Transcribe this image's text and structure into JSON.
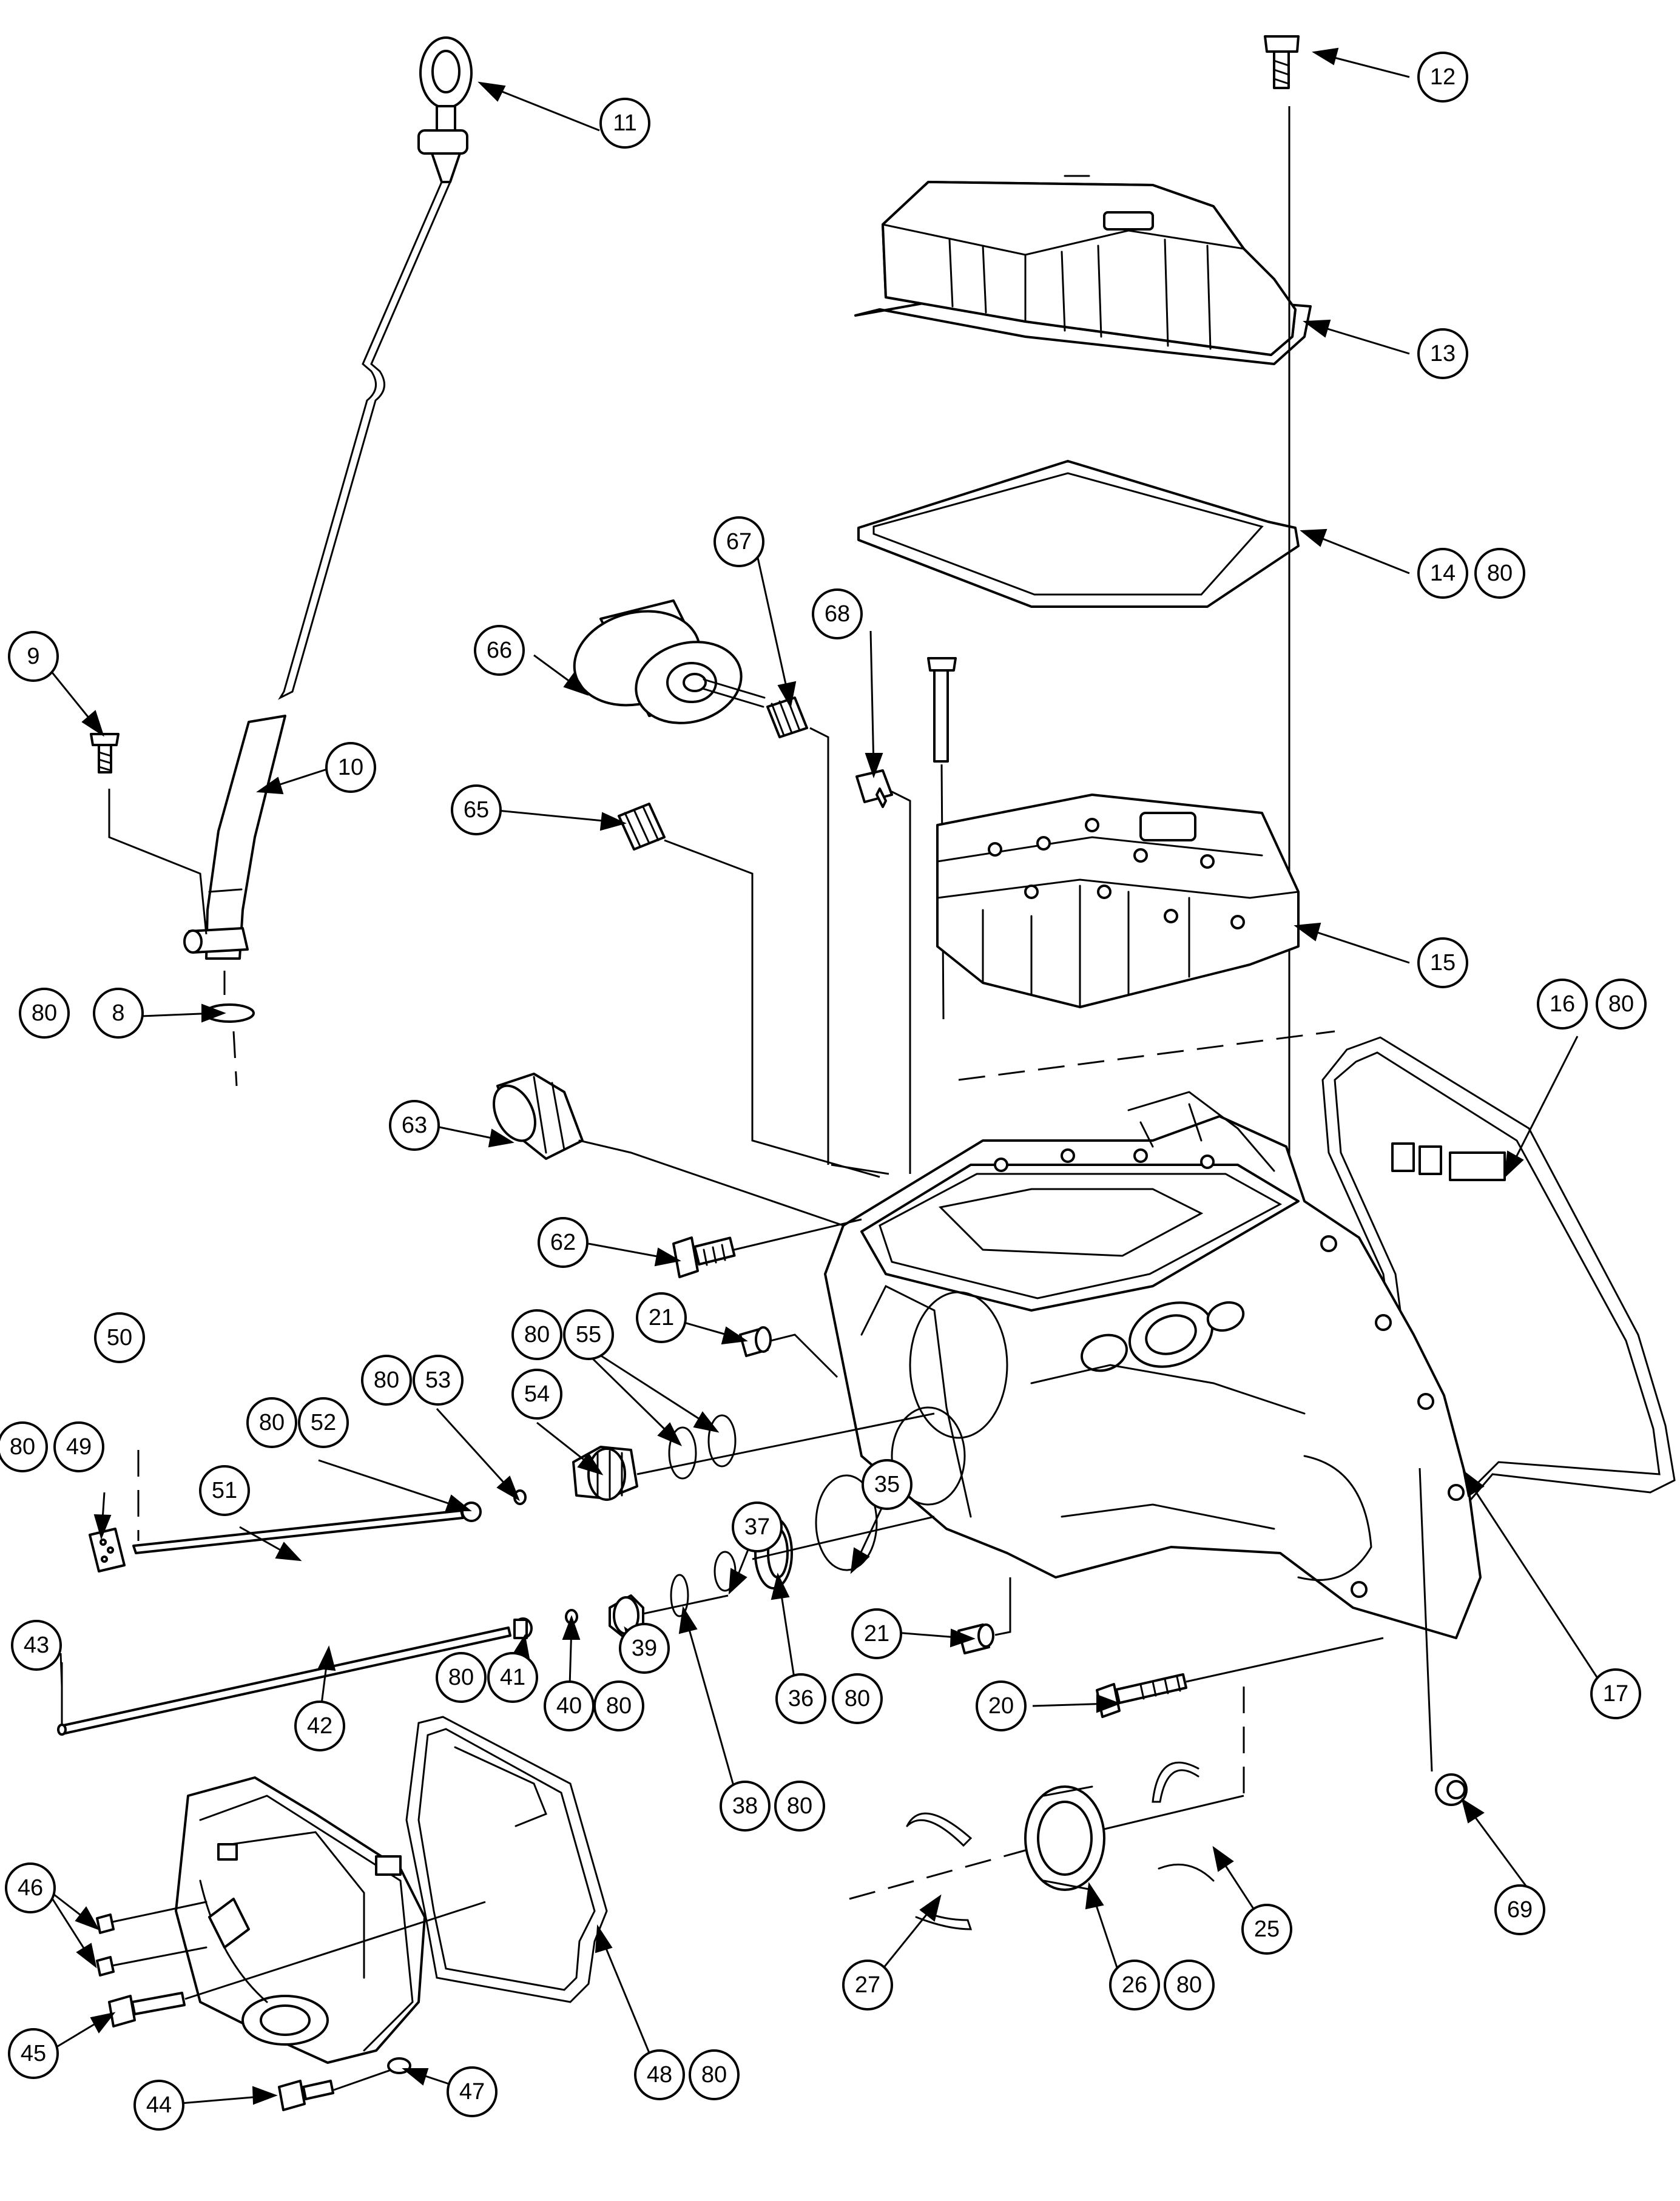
{
  "callouts": [
    "8",
    "9",
    "10",
    "11",
    "12",
    "13",
    "14",
    "15",
    "16",
    "17",
    "20",
    "21",
    "25",
    "26",
    "27",
    "35",
    "36",
    "37",
    "38",
    "39",
    "40",
    "41",
    "42",
    "43",
    "44",
    "45",
    "46",
    "47",
    "48",
    "49",
    "50",
    "51",
    "52",
    "53",
    "54",
    "55",
    "62",
    "63",
    "65",
    "66",
    "67",
    "68",
    "69",
    "80"
  ]
}
